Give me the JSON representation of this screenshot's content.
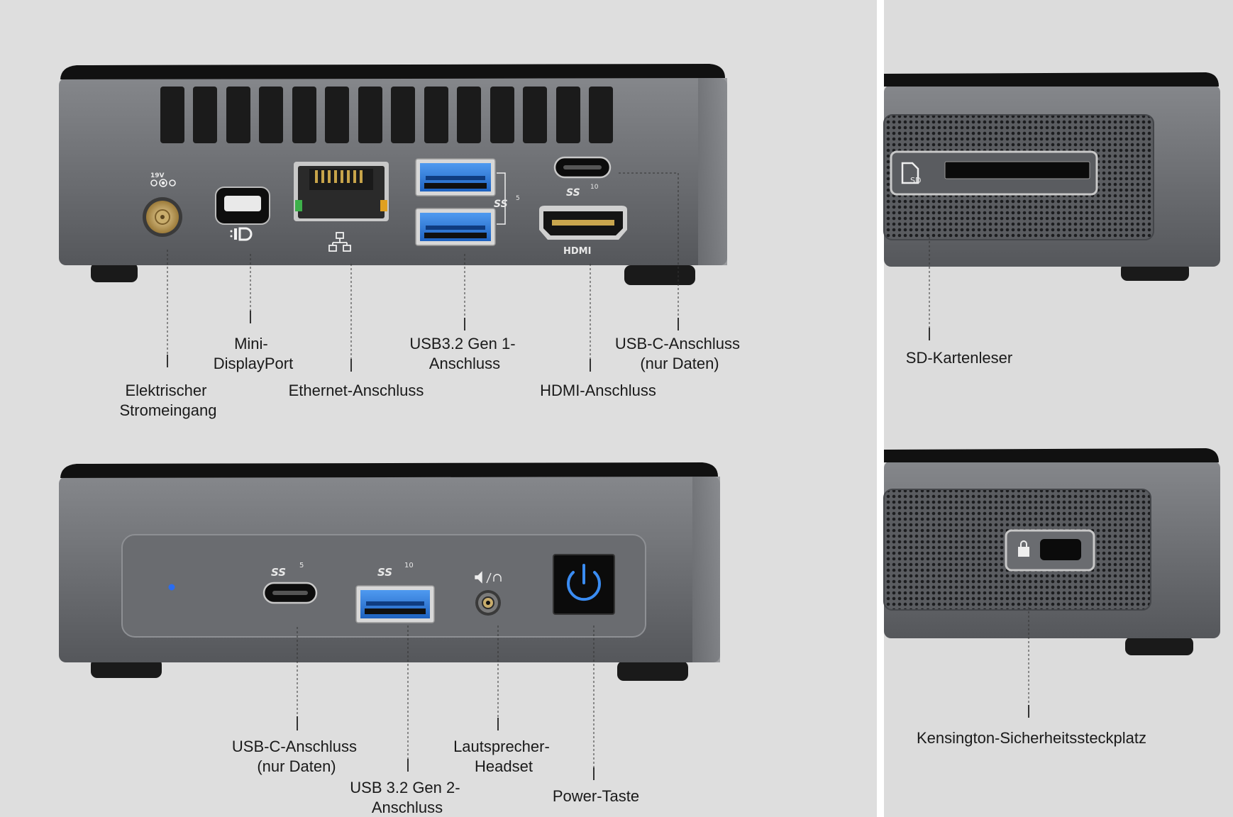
{
  "marks": {
    "dc_in": "19V",
    "ss5": "SS",
    "ss5_sup": "5",
    "ss10": "SS",
    "ss10_sup": "10",
    "hdmi": "HDMI",
    "sd": "SD"
  },
  "labels": {
    "power_input": [
      "Elektrischer",
      "Stromeingang"
    ],
    "mini_dp": [
      "Mini-",
      "DisplayPort"
    ],
    "ethernet": "Ethernet-Anschluss",
    "usb32_gen1": [
      "USB3.2 Gen 1-",
      "Anschluss"
    ],
    "hdmi": "HDMI-Anschluss",
    "usbc_rear": [
      "USB-C-Anschluss",
      "(nur Daten)"
    ],
    "usbc_front": [
      "USB-C-Anschluss",
      "(nur Daten)"
    ],
    "usb32_gen2": [
      "USB 3.2 Gen 2-",
      "Anschluss"
    ],
    "audio": [
      "Lautsprecher-",
      "Headset"
    ],
    "power_button": "Power-Taste",
    "sd_reader": "SD-Kartenleser",
    "kensington": "Kensington-Sicherheitssteckplatz"
  },
  "colors": {
    "background": "#dedede",
    "chassis": "#6e7074",
    "usb_blue": "#2f7fe0",
    "power_led": "#2a6cf0"
  }
}
